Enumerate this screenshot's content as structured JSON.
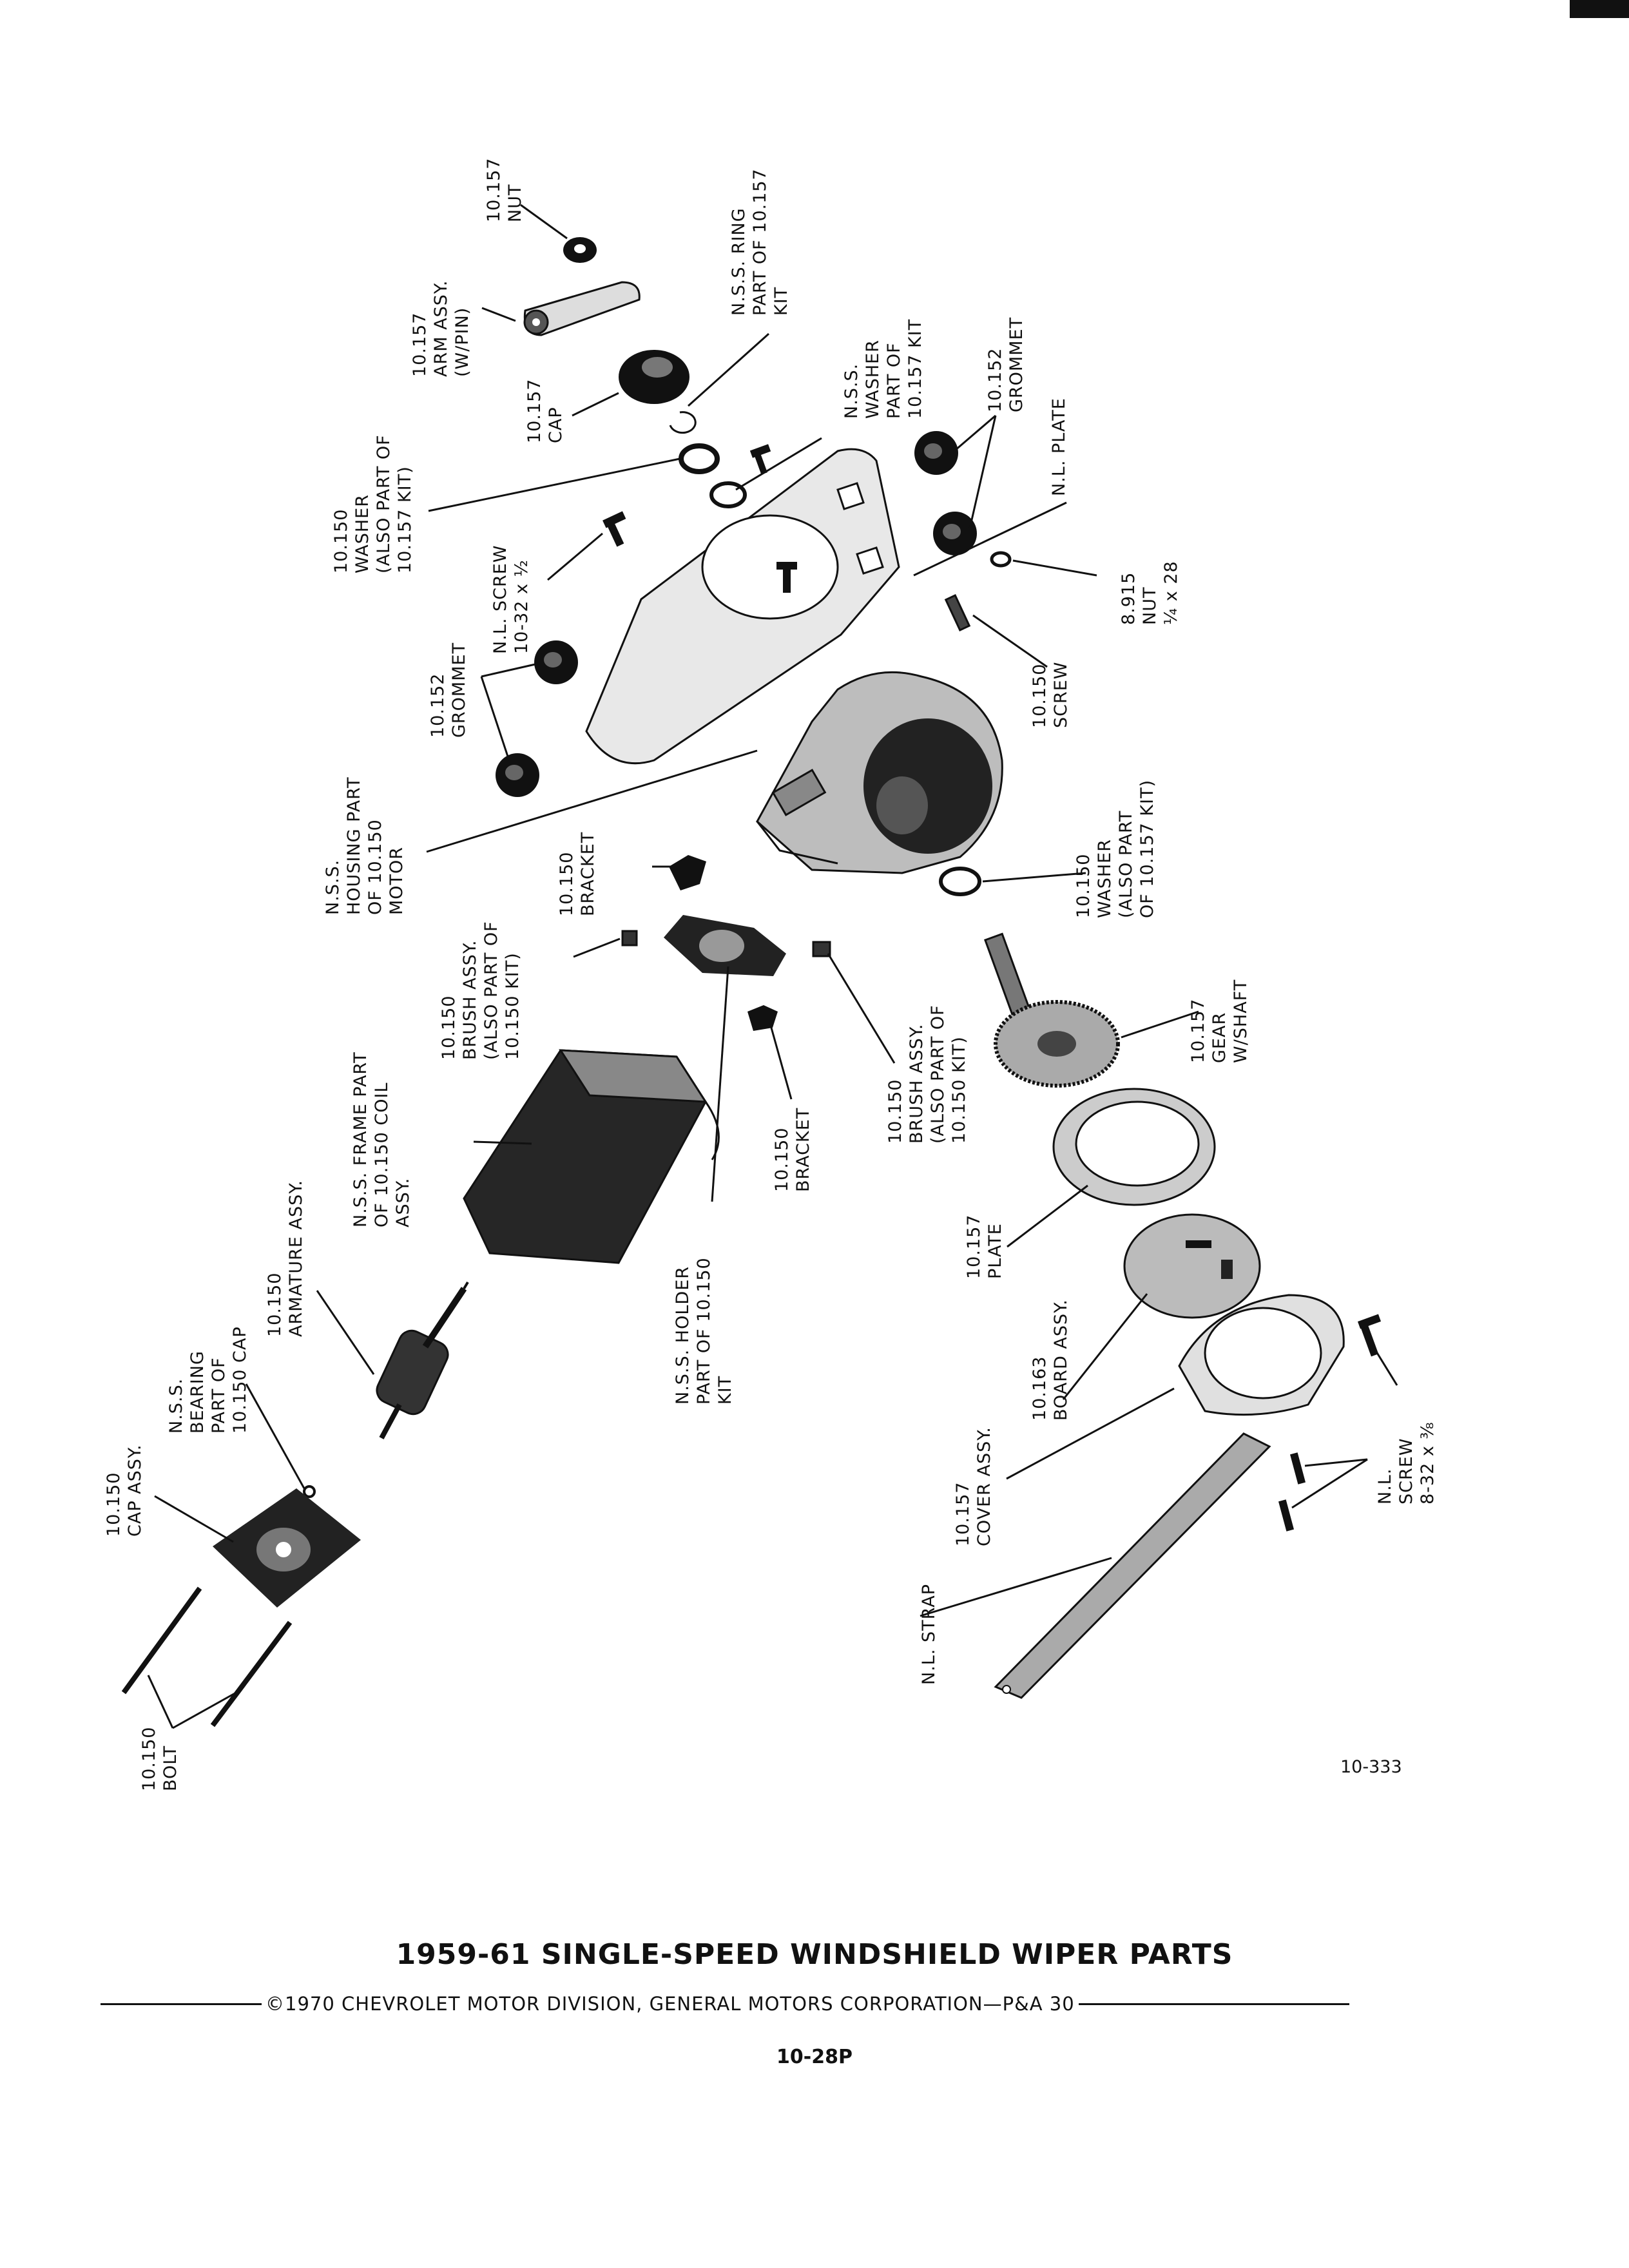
{
  "callouts": {
    "nut_10157": "10.157 NUT",
    "arm_assy": "10.157 ARM ASSY. (W/PIN)",
    "cap_10157": "10.157 CAP",
    "ring": "N.S.S. RING PART OF 10.157 KIT",
    "washer_nss": "N.S.S. WASHER PART OF 10.157 KIT",
    "grommet_right": "10.152 GROMMET",
    "nl_plate": "N.L. PLATE",
    "washer_10150_top": "10.150 WASHER (ALSO PART OF 10.157 KIT)",
    "nl_screw_top": "N.L. SCREW 10-32 x ½",
    "nut_8915": "8.915 NUT ¼ x 28",
    "grommet_left": "10.152 GROMMET",
    "screw_10150": "10.150 SCREW",
    "housing": "N.S.S. HOUSING PART OF 10.150 MOTOR",
    "bracket_top": "10.150 BRACKET",
    "washer_10150_right": "10.150 WASHER (ALSO PART OF 10.157 KIT)",
    "brush_left": "10.150 BRUSH ASSY. (ALSO PART OF 10.150 KIT)",
    "gear": "10.157 GEAR W/SHAFT",
    "frame": "N.S.S. FRAME PART OF 10.150 COIL ASSY.",
    "brush_right": "10.150 BRUSH ASSY. (ALSO PART OF 10.150 KIT)",
    "bracket_bottom": "10.150 BRACKET",
    "armature": "10.150 ARMATURE ASSY.",
    "plate_10157": "10.157 PLATE",
    "holder": "N.S.S. HOLDER PART OF 10.150 KIT",
    "bearing": "N.S.S. BEARING PART OF 10.150 CAP",
    "board": "10.163 BOARD ASSY.",
    "cap_assy": "10.150 CAP ASSY.",
    "cover": "10.157 COVER ASSY.",
    "nl_screw_bottom": "N.L. SCREW 8-32 x ⅜",
    "strap": "N.L. STRAP",
    "bolt": "10.150 BOLT"
  },
  "figure_ref": "10-333",
  "footer": {
    "title": "1959-61 SINGLE-SPEED WINDSHIELD WIPER PARTS",
    "copyright": "©1970 CHEVROLET MOTOR DIVISION, GENERAL MOTORS CORPORATION—P&A 30",
    "page_number": "10-28P"
  }
}
